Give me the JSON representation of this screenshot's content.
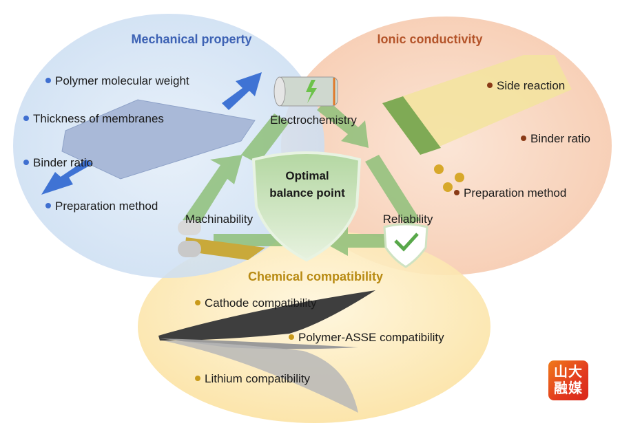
{
  "colors": {
    "mechanical": "#3d62b4",
    "ionic": "#b4542a",
    "chemical": "#b88a12",
    "bullet_blue": "#3f6fd0",
    "bullet_brown": "#8a3a16",
    "bullet_gold": "#c99a1a",
    "arrow_green": "#8fc07a"
  },
  "mechanical": {
    "title": "Mechanical property",
    "items": [
      "Polymer molecular weight",
      "Thickness of membranes",
      "Binder ratio",
      "Preparation method"
    ]
  },
  "ionic": {
    "title": "Ionic conductivity",
    "items": [
      "Side reaction",
      "Binder ratio",
      "Preparation method"
    ]
  },
  "chemical": {
    "title": "Chemical compatibility",
    "items": [
      "Cathode compatibility",
      "Polymer-ASSE compatibility",
      "Lithium compatibility"
    ]
  },
  "cycle": {
    "top": "Electrochemistry",
    "left": "Machinability",
    "right": "Reliability",
    "center_line1": "Optimal",
    "center_line2": "balance point"
  },
  "logo": {
    "text_line1": "山大",
    "text_line2": "融媒"
  }
}
